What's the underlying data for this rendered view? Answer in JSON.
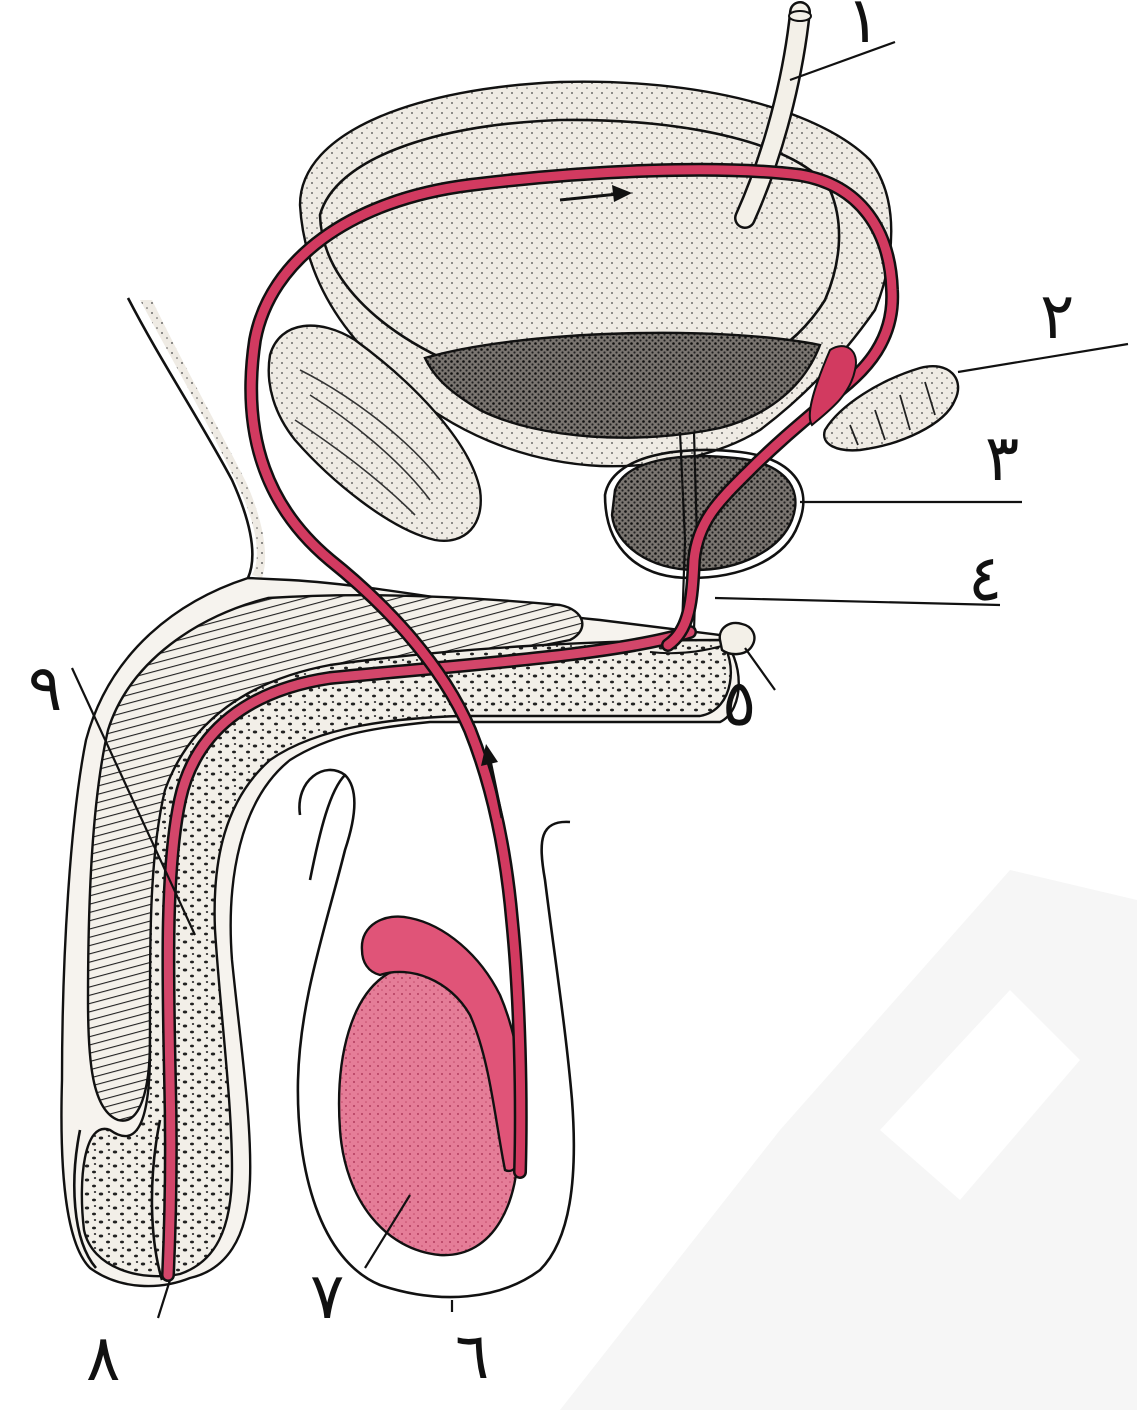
{
  "labels": {
    "l1": "١",
    "l2": "٢",
    "l3": "٣",
    "l4": "٤",
    "l5": "٥",
    "l6": "٦",
    "l7": "٧",
    "l8": "٨",
    "l9": "٩"
  },
  "colors": {
    "duct": "#c6395c",
    "testis": "#e0708d",
    "testis_dark": "#a22a4a",
    "watermark": "#f5f5f5"
  },
  "icons": {
    "flow_arrow": "arrow-icon"
  }
}
